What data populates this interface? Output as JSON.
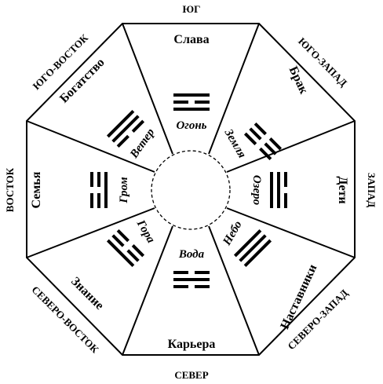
{
  "colors": {
    "ink": "#000000",
    "background": "#ffffff"
  },
  "directions": {
    "south": "ЮГ",
    "southwest": "ЮГО-ЗАПАД",
    "west": "ЗАПАД",
    "northwest": "СЕВЕРО-ЗАПАД",
    "north": "СЕВЕР",
    "northeast": "СЕВЕРО-ВОСТОК",
    "east": "ВОСТОК",
    "southeast": "ЮГО-ВОСТОК"
  },
  "areas": {
    "top": "Слава",
    "top_right": "Брак",
    "right": "Дети",
    "bottom_right": "Наставники",
    "bottom": "Карьера",
    "bottom_left": "Знание",
    "left": "Семья",
    "top_left": "Богатство"
  },
  "trigrams": {
    "top": {
      "name": "Огонь",
      "lines": [
        "solid",
        "broken",
        "solid"
      ]
    },
    "top_right": {
      "name": "Земля",
      "lines": [
        "broken",
        "broken",
        "broken"
      ]
    },
    "right": {
      "name": "Озеро",
      "lines": [
        "broken",
        "solid",
        "solid"
      ]
    },
    "bottom_right": {
      "name": "Небо",
      "lines": [
        "solid",
        "solid",
        "solid"
      ]
    },
    "bottom": {
      "name": "Вода",
      "lines": [
        "broken",
        "solid",
        "broken"
      ]
    },
    "bottom_left": {
      "name": "Гора",
      "lines": [
        "solid",
        "broken",
        "broken"
      ]
    },
    "left": {
      "name": "Гром",
      "lines": [
        "broken",
        "broken",
        "solid"
      ]
    },
    "top_left": {
      "name": "Ветер",
      "lines": [
        "solid",
        "solid",
        "broken"
      ]
    }
  }
}
